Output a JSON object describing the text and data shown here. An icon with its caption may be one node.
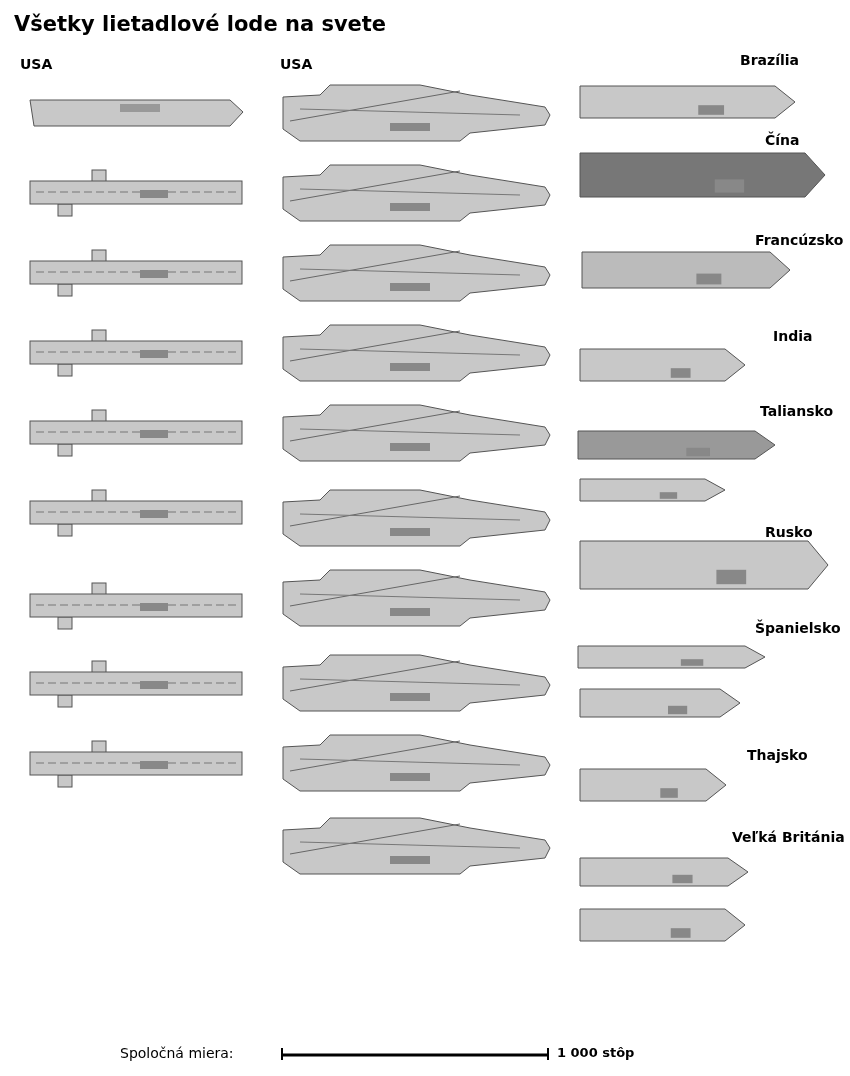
{
  "diagram": {
    "title": "Všetky lietadlové lode na svete",
    "labels": [
      "USA",
      "USA",
      "Brazília",
      "Čína",
      "Francúzsko",
      "India",
      "Taliansko",
      "Rusko",
      "Španielsko",
      "Thajsko",
      "Veľká Británia",
      "Spoločná miera:",
      "1 000 stôp"
    ]
  }
}
